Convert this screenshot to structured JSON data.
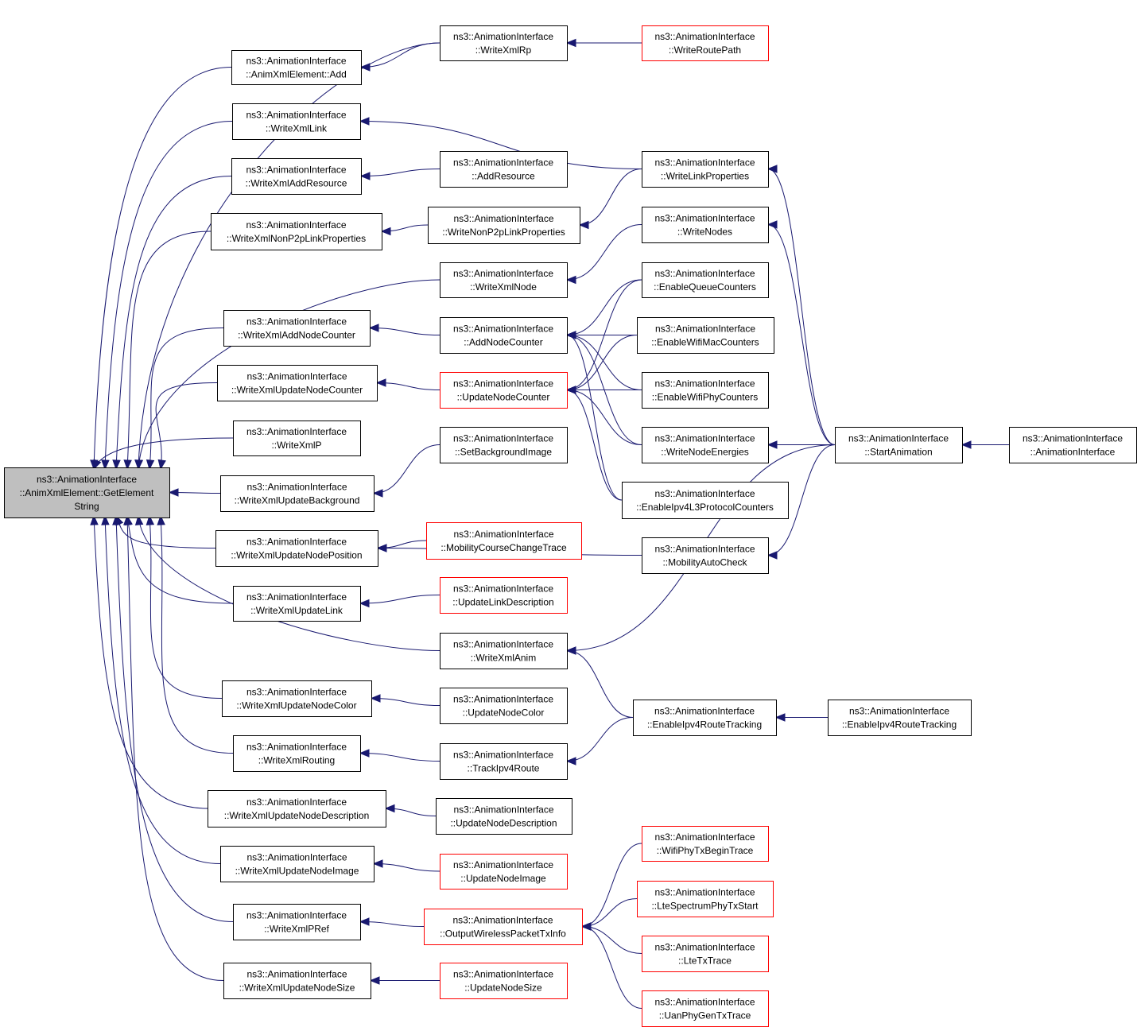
{
  "graph": {
    "colors": {
      "edge": "#191970",
      "border": "#000000",
      "border_incomplete": "#ff0000",
      "root_fill": "#bfbfbf",
      "fill": "#ffffff"
    },
    "nodes": [
      {
        "id": "root",
        "lines": [
          "ns3::AnimationInterface",
          "::AnimXmlElement::GetElement",
          "String"
        ],
        "root": true,
        "red": false
      },
      {
        "id": "add",
        "lines": [
          "ns3::AnimationInterface",
          "::AnimXmlElement::Add"
        ],
        "red": false
      },
      {
        "id": "wxLink",
        "lines": [
          "ns3::AnimationInterface",
          "::WriteXmlLink"
        ],
        "red": false
      },
      {
        "id": "wxAddRes",
        "lines": [
          "ns3::AnimationInterface",
          "::WriteXmlAddResource"
        ],
        "red": false
      },
      {
        "id": "wxNonP2p",
        "lines": [
          "ns3::AnimationInterface",
          "::WriteXmlNonP2pLinkProperties"
        ],
        "red": false
      },
      {
        "id": "wxAddNC",
        "lines": [
          "ns3::AnimationInterface",
          "::WriteXmlAddNodeCounter"
        ],
        "red": false
      },
      {
        "id": "wxUpdNC",
        "lines": [
          "ns3::AnimationInterface",
          "::WriteXmlUpdateNodeCounter"
        ],
        "red": false
      },
      {
        "id": "wxP",
        "lines": [
          "ns3::AnimationInterface",
          "::WriteXmlP"
        ],
        "red": false
      },
      {
        "id": "wxUpdBg",
        "lines": [
          "ns3::AnimationInterface",
          "::WriteXmlUpdateBackground"
        ],
        "red": false
      },
      {
        "id": "wxUpdNP",
        "lines": [
          "ns3::AnimationInterface",
          "::WriteXmlUpdateNodePosition"
        ],
        "red": false
      },
      {
        "id": "wxUpdLink",
        "lines": [
          "ns3::AnimationInterface",
          "::WriteXmlUpdateLink"
        ],
        "red": false
      },
      {
        "id": "wxUpdNCol",
        "lines": [
          "ns3::AnimationInterface",
          "::WriteXmlUpdateNodeColor"
        ],
        "red": false
      },
      {
        "id": "wxRouting",
        "lines": [
          "ns3::AnimationInterface",
          "::WriteXmlRouting"
        ],
        "red": false
      },
      {
        "id": "wxUpdND",
        "lines": [
          "ns3::AnimationInterface",
          "::WriteXmlUpdateNodeDescription"
        ],
        "red": false
      },
      {
        "id": "wxUpdNI",
        "lines": [
          "ns3::AnimationInterface",
          "::WriteXmlUpdateNodeImage"
        ],
        "red": false
      },
      {
        "id": "wxPRef",
        "lines": [
          "ns3::AnimationInterface",
          "::WriteXmlPRef"
        ],
        "red": false
      },
      {
        "id": "wxUpdNS",
        "lines": [
          "ns3::AnimationInterface",
          "::WriteXmlUpdateNodeSize"
        ],
        "red": false
      },
      {
        "id": "wxRp",
        "lines": [
          "ns3::AnimationInterface",
          "::WriteXmlRp"
        ],
        "red": false
      },
      {
        "id": "addRes",
        "lines": [
          "ns3::AnimationInterface",
          "::AddResource"
        ],
        "red": false
      },
      {
        "id": "wNonP2p",
        "lines": [
          "ns3::AnimationInterface",
          "::WriteNonP2pLinkProperties"
        ],
        "red": false
      },
      {
        "id": "wxNode",
        "lines": [
          "ns3::AnimationInterface",
          "::WriteXmlNode"
        ],
        "red": false
      },
      {
        "id": "addNC",
        "lines": [
          "ns3::AnimationInterface",
          "::AddNodeCounter"
        ],
        "red": false
      },
      {
        "id": "updNC",
        "lines": [
          "ns3::AnimationInterface",
          "::UpdateNodeCounter"
        ],
        "red": true
      },
      {
        "id": "setBg",
        "lines": [
          "ns3::AnimationInterface",
          "::SetBackgroundImage"
        ],
        "red": false
      },
      {
        "id": "mobCCT",
        "lines": [
          "ns3::AnimationInterface",
          "::MobilityCourseChangeTrace"
        ],
        "red": true
      },
      {
        "id": "updLD",
        "lines": [
          "ns3::AnimationInterface",
          "::UpdateLinkDescription"
        ],
        "red": true
      },
      {
        "id": "wxAnim",
        "lines": [
          "ns3::AnimationInterface",
          "::WriteXmlAnim"
        ],
        "red": false
      },
      {
        "id": "updNCol",
        "lines": [
          "ns3::AnimationInterface",
          "::UpdateNodeColor"
        ],
        "red": false
      },
      {
        "id": "trackIpv4",
        "lines": [
          "ns3::AnimationInterface",
          "::TrackIpv4Route"
        ],
        "red": false
      },
      {
        "id": "updND",
        "lines": [
          "ns3::AnimationInterface",
          "::UpdateNodeDescription"
        ],
        "red": false
      },
      {
        "id": "updNI",
        "lines": [
          "ns3::AnimationInterface",
          "::UpdateNodeImage"
        ],
        "red": true
      },
      {
        "id": "outWPT",
        "lines": [
          "ns3::AnimationInterface",
          "::OutputWirelessPacketTxInfo"
        ],
        "red": true
      },
      {
        "id": "updNS",
        "lines": [
          "ns3::AnimationInterface",
          "::UpdateNodeSize"
        ],
        "red": true
      },
      {
        "id": "wRoutePath",
        "lines": [
          "ns3::AnimationInterface",
          "::WriteRoutePath"
        ],
        "red": true
      },
      {
        "id": "wLinkProps",
        "lines": [
          "ns3::AnimationInterface",
          "::WriteLinkProperties"
        ],
        "red": false
      },
      {
        "id": "wNodes",
        "lines": [
          "ns3::AnimationInterface",
          "::WriteNodes"
        ],
        "red": false
      },
      {
        "id": "enQueue",
        "lines": [
          "ns3::AnimationInterface",
          "::EnableQueueCounters"
        ],
        "red": false
      },
      {
        "id": "enWifiMac",
        "lines": [
          "ns3::AnimationInterface",
          "::EnableWifiMacCounters"
        ],
        "red": false
      },
      {
        "id": "enWifiPhy",
        "lines": [
          "ns3::AnimationInterface",
          "::EnableWifiPhyCounters"
        ],
        "red": false
      },
      {
        "id": "wNodeEn",
        "lines": [
          "ns3::AnimationInterface",
          "::WriteNodeEnergies"
        ],
        "red": false
      },
      {
        "id": "enIpv4L3",
        "lines": [
          "ns3::AnimationInterface",
          "::EnableIpv4L3ProtocolCounters"
        ],
        "red": false
      },
      {
        "id": "mobAuto",
        "lines": [
          "ns3::AnimationInterface",
          "::MobilityAutoCheck"
        ],
        "red": false
      },
      {
        "id": "enIpv4RT1",
        "lines": [
          "ns3::AnimationInterface",
          "::EnableIpv4RouteTracking"
        ],
        "red": false
      },
      {
        "id": "wifiTx",
        "lines": [
          "ns3::AnimationInterface",
          "::WifiPhyTxBeginTrace"
        ],
        "red": true
      },
      {
        "id": "lteSpec",
        "lines": [
          "ns3::AnimationInterface",
          "::LteSpectrumPhyTxStart"
        ],
        "red": true
      },
      {
        "id": "lteTx",
        "lines": [
          "ns3::AnimationInterface",
          "::LteTxTrace"
        ],
        "red": true
      },
      {
        "id": "uanTx",
        "lines": [
          "ns3::AnimationInterface",
          "::UanPhyGenTxTrace"
        ],
        "red": true
      },
      {
        "id": "startAnim",
        "lines": [
          "ns3::AnimationInterface",
          "::StartAnimation"
        ],
        "red": false
      },
      {
        "id": "enIpv4RT2",
        "lines": [
          "ns3::AnimationInterface",
          "::EnableIpv4RouteTracking"
        ],
        "red": false
      },
      {
        "id": "animIf",
        "lines": [
          "ns3::AnimationInterface",
          "::AnimationInterface"
        ],
        "red": false
      }
    ],
    "edges": [
      [
        "add",
        "root"
      ],
      [
        "wxLink",
        "root"
      ],
      [
        "wxAddRes",
        "root"
      ],
      [
        "wxNonP2p",
        "root"
      ],
      [
        "wxNode",
        "root"
      ],
      [
        "wxAddNC",
        "root"
      ],
      [
        "wxUpdNC",
        "root"
      ],
      [
        "wxP",
        "root"
      ],
      [
        "wxUpdBg",
        "root"
      ],
      [
        "wxUpdNP",
        "root"
      ],
      [
        "wxUpdLink",
        "root"
      ],
      [
        "wxAnim",
        "root"
      ],
      [
        "wxUpdNCol",
        "root"
      ],
      [
        "wxRouting",
        "root"
      ],
      [
        "wxUpdND",
        "root"
      ],
      [
        "wxUpdNI",
        "root"
      ],
      [
        "wxPRef",
        "root"
      ],
      [
        "wxUpdNS",
        "root"
      ],
      [
        "wxRp",
        "root"
      ],
      [
        "wxRp",
        "add"
      ],
      [
        "wRoutePath",
        "wxRp"
      ],
      [
        "wLinkProps",
        "wxLink"
      ],
      [
        "addRes",
        "wxAddRes"
      ],
      [
        "wNonP2p",
        "wxNonP2p"
      ],
      [
        "wLinkProps",
        "wNonP2p"
      ],
      [
        "wNodes",
        "wxNode"
      ],
      [
        "addNC",
        "wxAddNC"
      ],
      [
        "updNC",
        "wxUpdNC"
      ],
      [
        "setBg",
        "wxUpdBg"
      ],
      [
        "mobCCT",
        "wxUpdNP"
      ],
      [
        "mobAuto",
        "wxUpdNP"
      ],
      [
        "updLD",
        "wxUpdLink"
      ],
      [
        "updNCol",
        "wxUpdNCol"
      ],
      [
        "trackIpv4",
        "wxRouting"
      ],
      [
        "updND",
        "wxUpdND"
      ],
      [
        "updNI",
        "wxUpdNI"
      ],
      [
        "outWPT",
        "wxPRef"
      ],
      [
        "updNS",
        "wxUpdNS"
      ],
      [
        "enQueue",
        "addNC"
      ],
      [
        "enWifiMac",
        "addNC"
      ],
      [
        "enWifiPhy",
        "addNC"
      ],
      [
        "wNodeEn",
        "addNC"
      ],
      [
        "enIpv4L3",
        "addNC"
      ],
      [
        "enQueue",
        "updNC"
      ],
      [
        "enWifiMac",
        "updNC"
      ],
      [
        "enWifiPhy",
        "updNC"
      ],
      [
        "wNodeEn",
        "updNC"
      ],
      [
        "enIpv4L3",
        "updNC"
      ],
      [
        "startAnim",
        "wLinkProps"
      ],
      [
        "startAnim",
        "wNodes"
      ],
      [
        "startAnim",
        "wNodeEn"
      ],
      [
        "startAnim",
        "mobAuto"
      ],
      [
        "startAnim",
        "wxAnim"
      ],
      [
        "animIf",
        "startAnim"
      ],
      [
        "enIpv4RT1",
        "wxAnim"
      ],
      [
        "enIpv4RT1",
        "trackIpv4"
      ],
      [
        "enIpv4RT2",
        "enIpv4RT1"
      ],
      [
        "wifiTx",
        "outWPT"
      ],
      [
        "lteSpec",
        "outWPT"
      ],
      [
        "lteTx",
        "outWPT"
      ],
      [
        "uanTx",
        "outWPT"
      ]
    ]
  }
}
